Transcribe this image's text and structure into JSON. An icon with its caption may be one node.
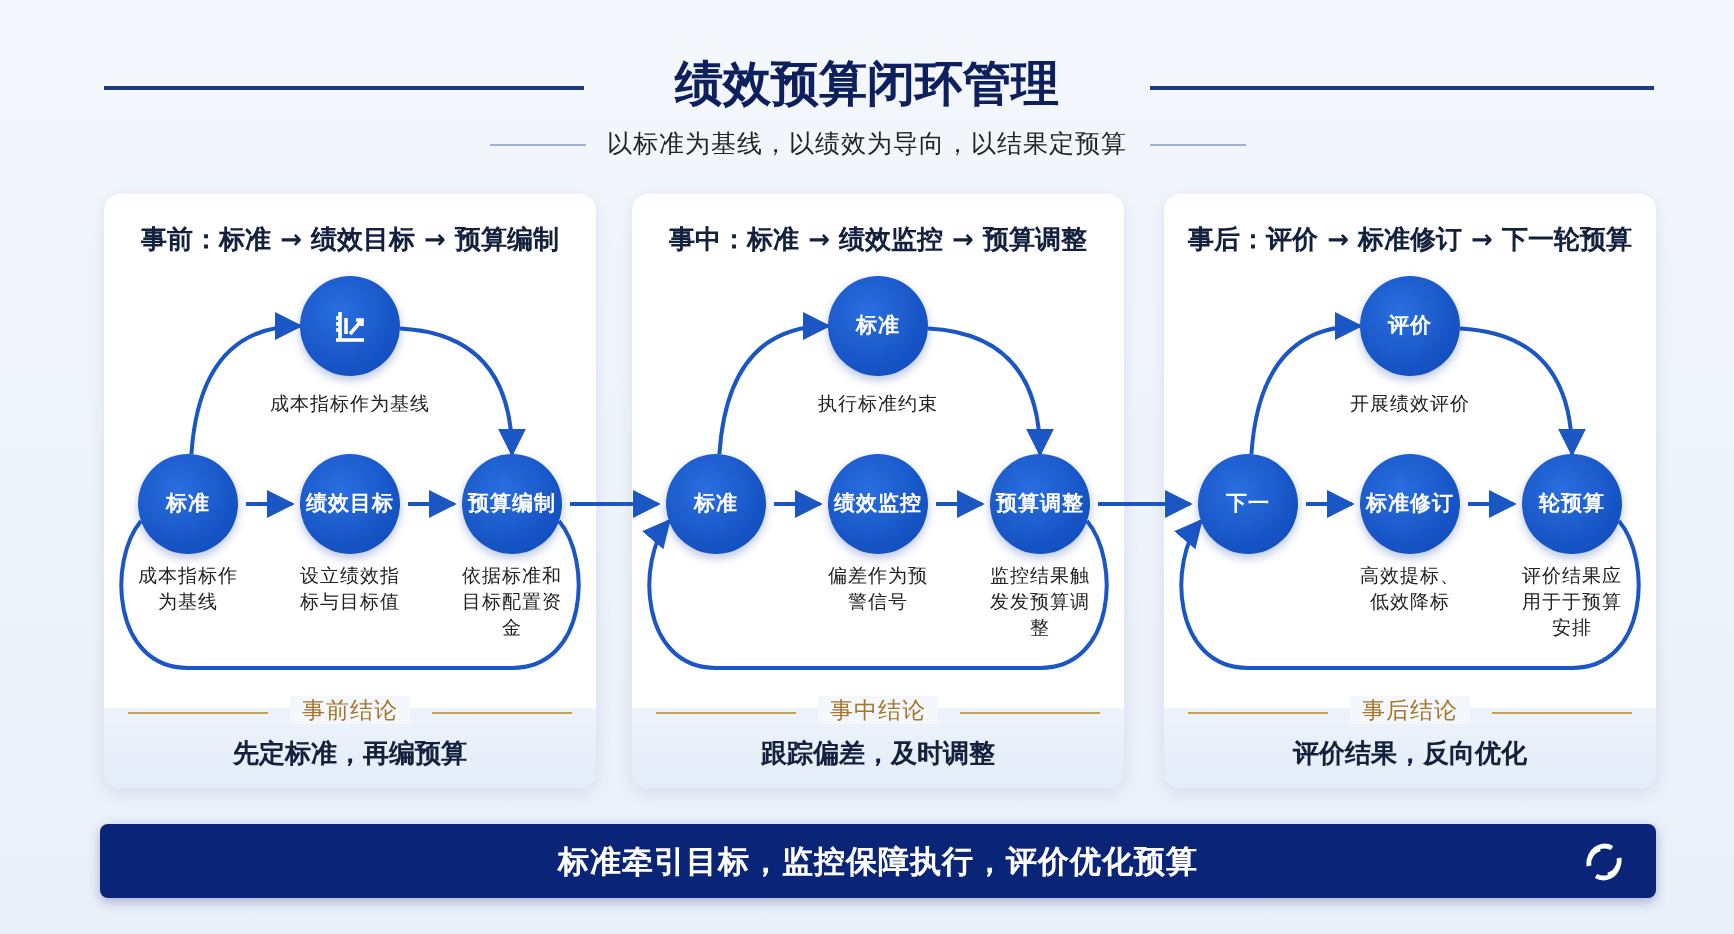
{
  "diagram": {
    "title": "绩效预算闭环管理",
    "nodes": [
      {
        "text": [
          "事前：标准 → 绩效目标 → 预算编制",
          "事前结论",
          "先定标准，再编预算"
        ]
      },
      {
        "text": [],
        "shape": "circle",
        "in": 0,
        "beside": [
          "成本指标作为基线"
        ]
      },
      {
        "text": [
          "标准"
        ],
        "in": 0,
        "beside": [
          "成本指标作为基线"
        ]
      },
      {
        "text": [
          "绩效目标"
        ],
        "in": 0,
        "beside": [
          "设立绩效指标与目标值"
        ]
      },
      {
        "text": [
          "预算编制"
        ],
        "in": 0,
        "beside": [
          "依据标准和目标配置资金"
        ]
      },
      {
        "text": [
          "事中：标准 → 绩效监控 → 预算调整",
          "事中结论",
          "跟踪偏差，及时调整"
        ]
      },
      {
        "text": [
          "标准"
        ],
        "in": 5,
        "beside": [
          "执行标准约束"
        ]
      },
      {
        "text": [
          "标准"
        ],
        "in": 5
      },
      {
        "text": [
          "绩效监控"
        ],
        "in": 5,
        "beside": [
          "偏差作为预警信号"
        ]
      },
      {
        "text": [
          "预算调整"
        ],
        "in": 5,
        "beside": [
          "监控结果触发发预算调整"
        ]
      },
      {
        "text": [
          "事后：评价 → 标准修订 → 下一轮预算",
          "事后结论",
          "评价结果，反向优化"
        ]
      },
      {
        "text": [
          "评价"
        ],
        "in": 10,
        "beside": [
          "开展绩效评价"
        ]
      },
      {
        "text": [
          "下一"
        ],
        "in": 10
      },
      {
        "text": [
          "标准修订"
        ],
        "in": 10,
        "beside": [
          "高效提标、低效降标"
        ]
      },
      {
        "text": [
          "轮预算"
        ],
        "in": 10,
        "beside": [
          "评价结果应用于于预算安排"
        ]
      },
      {
        "text": [
          "标准牵引目标，监控保障执行，评价优化预算"
        ]
      }
    ],
    "edges": [
      {
        "from": 2,
        "to": 1,
        "arrow": "to"
      },
      {
        "from": 1,
        "to": 4,
        "arrow": "to"
      },
      {
        "from": 2,
        "to": 3,
        "arrow": "to"
      },
      {
        "from": 3,
        "to": 4,
        "arrow": "to"
      },
      {
        "from": 4,
        "to": 2,
        "arrow": "none"
      },
      {
        "from": 4,
        "to": 7,
        "arrow": "to"
      },
      {
        "from": 7,
        "to": 6,
        "arrow": "to"
      },
      {
        "from": 6,
        "to": 9,
        "arrow": "to"
      },
      {
        "from": 7,
        "to": 8,
        "arrow": "to"
      },
      {
        "from": 8,
        "to": 9,
        "arrow": "to"
      },
      {
        "from": 9,
        "to": 7,
        "arrow": "to"
      },
      {
        "from": 9,
        "to": 12,
        "arrow": "to"
      },
      {
        "from": 12,
        "to": 11,
        "arrow": "to"
      },
      {
        "from": 11,
        "to": 14,
        "arrow": "to"
      },
      {
        "from": 12,
        "to": 13,
        "arrow": "to"
      },
      {
        "from": 13,
        "to": 14,
        "arrow": "to"
      },
      {
        "from": 14,
        "to": 12,
        "arrow": "to"
      }
    ],
    "labels": [
      "以标准为基线，以绩效为导向，以结果定预算"
    ]
  }
}
